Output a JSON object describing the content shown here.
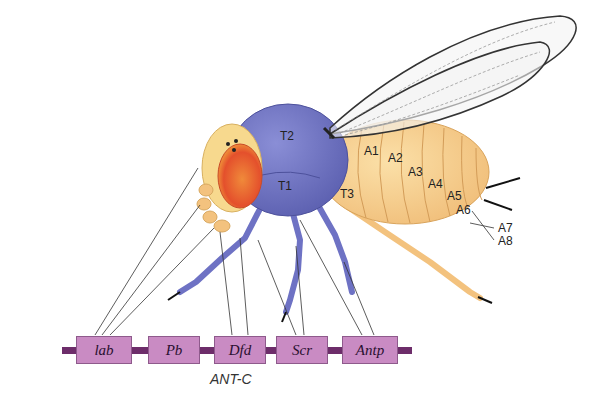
{
  "diagram": {
    "nodes": [
      {
        "text": [
          "lab"
        ]
      },
      {
        "text": [
          "Pb"
        ]
      },
      {
        "text": [
          "Dfd"
        ]
      },
      {
        "text": [
          "Scr"
        ]
      },
      {
        "text": [
          "Antp"
        ]
      }
    ],
    "labels": [
      "T2",
      "T1",
      "T3",
      "A1",
      "A2",
      "A3",
      "A4",
      "A5",
      "A6",
      "A7",
      "A8",
      "ANT-C"
    ]
  }
}
